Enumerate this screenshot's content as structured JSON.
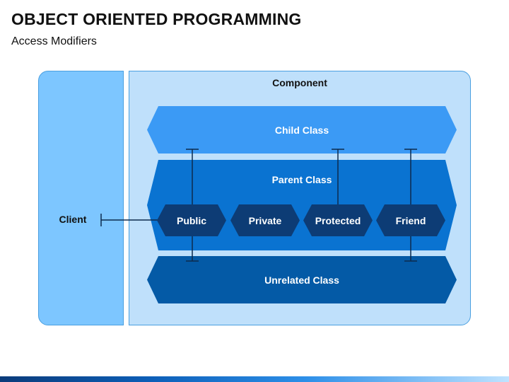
{
  "header": {
    "title": "OBJECT ORIENTED PROGRAMMING",
    "subtitle": "Access Modifiers"
  },
  "diagram": {
    "client_label": "Client",
    "component_label": "Component",
    "child_class_label": "Child Class",
    "parent_class_label": "Parent Class",
    "unrelated_class_label": "Unrelated Class",
    "modifiers": [
      "Public",
      "Private",
      "Protected",
      "Friend"
    ]
  },
  "colors": {
    "client_panel": "#7dc6ff",
    "component_panel": "#bfe0fb",
    "child_class": "#3b9af5",
    "parent_class": "#0a73d1",
    "unrelated_class": "#045aa6",
    "modifier": "#0d3c75",
    "connector": "#0d2a4d"
  }
}
